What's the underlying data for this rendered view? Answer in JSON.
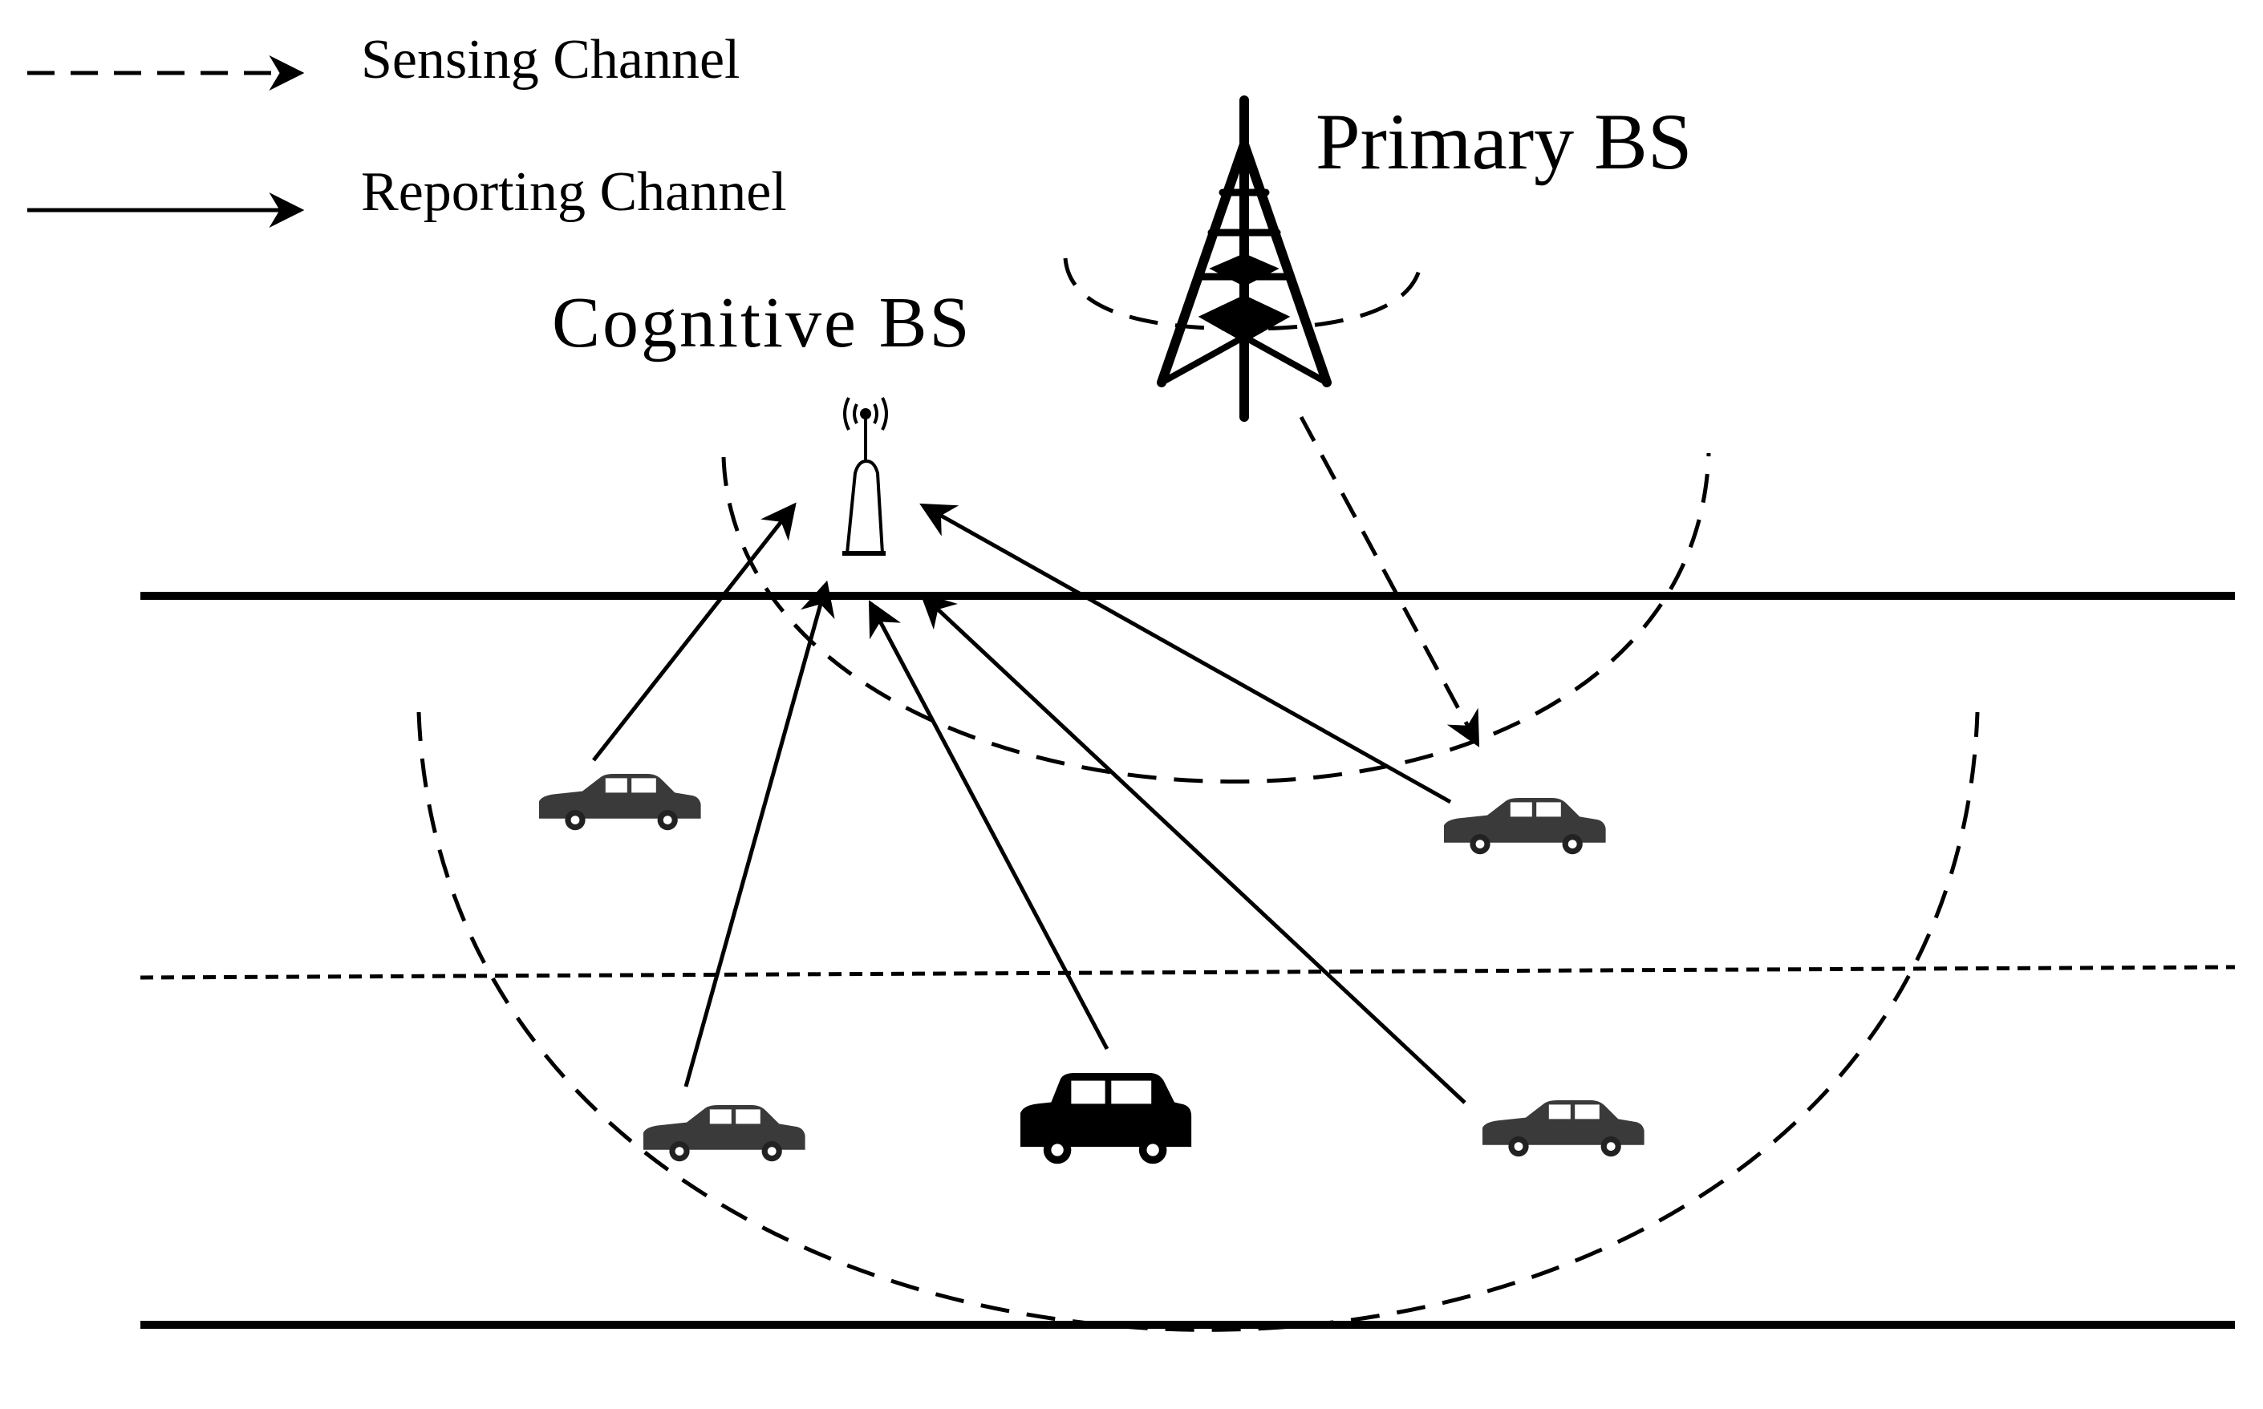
{
  "legend": {
    "sensing_label": "Sensing Channel",
    "reporting_label": "Reporting Channel"
  },
  "labels": {
    "primary_bs": "Primary BS",
    "cognitive_bs": "Cognitive BS"
  },
  "icons": {
    "primary_bs": "transmission-tower-icon",
    "cognitive_bs": "antenna-icon",
    "vehicle": "car-icon"
  },
  "colors": {
    "line": "#000000",
    "car_body_light": "#3a3a3a",
    "car_body_dark": "#000000",
    "background": "#ffffff"
  }
}
